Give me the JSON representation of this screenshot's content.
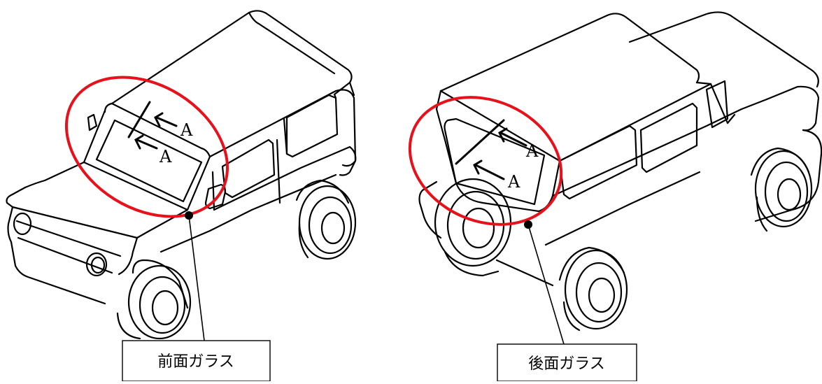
{
  "figure": {
    "front_view": {
      "section_mark_1": "A",
      "section_mark_2": "A",
      "callout_label": "前面ガラス"
    },
    "rear_view": {
      "section_mark_1": "A",
      "section_mark_2": "A",
      "callout_label": "後面ガラス"
    }
  },
  "colors": {
    "highlight_ellipse": "#e8111b",
    "line_art": "#000000",
    "background": "#ffffff"
  }
}
